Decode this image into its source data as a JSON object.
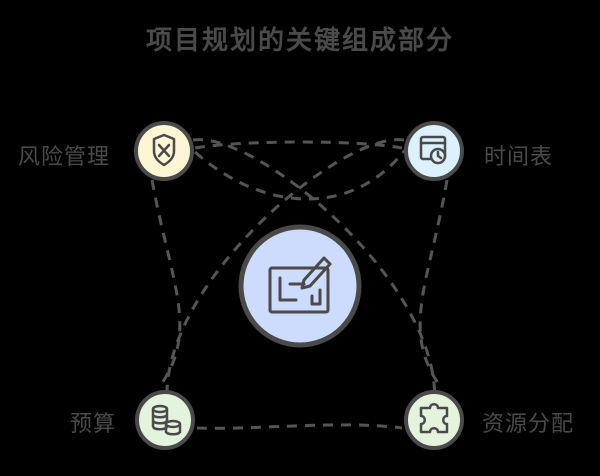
{
  "diagram": {
    "title": "项目规划的关键组成部分",
    "center": {
      "icon": "blueprint-pencil-icon"
    },
    "components": [
      {
        "id": "risk",
        "label": "风险管理",
        "icon": "shield-x-icon",
        "fill": "#fdf6d4"
      },
      {
        "id": "time",
        "label": "时间表",
        "icon": "calendar-clock-icon",
        "fill": "#dbf1fb"
      },
      {
        "id": "budget",
        "label": "预算",
        "icon": "coin-stack-icon",
        "fill": "#e4f3dc"
      },
      {
        "id": "resource",
        "label": "资源分配",
        "icon": "puzzle-icon",
        "fill": "#e4f3dc"
      }
    ],
    "colors": {
      "background": "#000000",
      "ink": "#4a4a4a",
      "center_fill": "#cddbfd",
      "connector": "#555555"
    }
  }
}
